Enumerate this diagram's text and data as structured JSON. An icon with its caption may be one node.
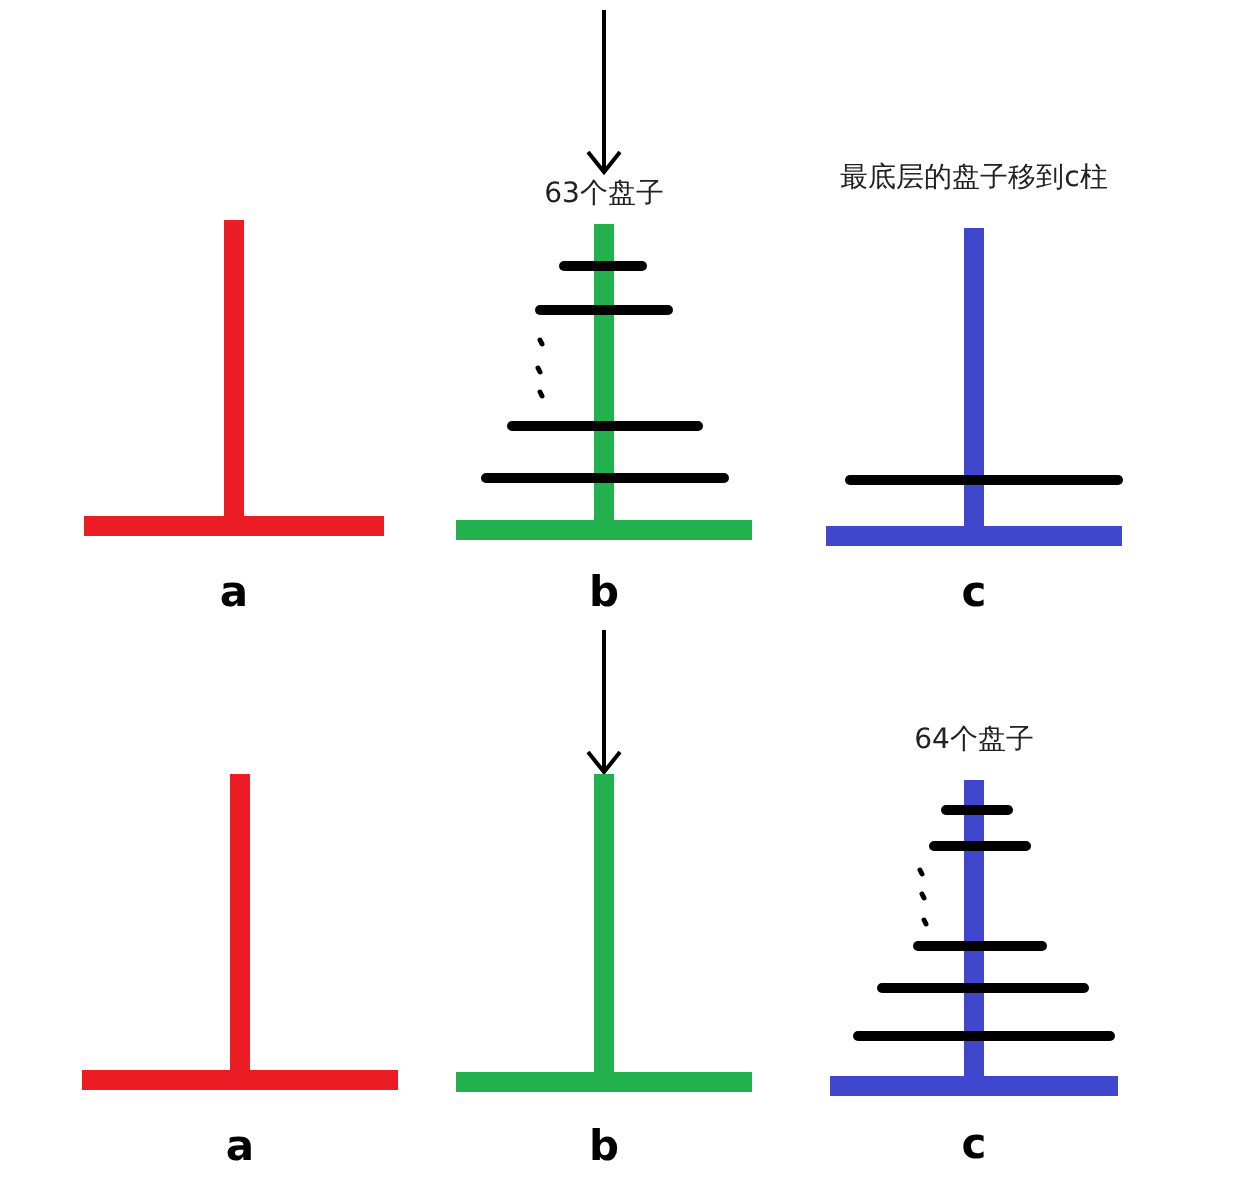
{
  "diagram": {
    "nodes": [
      {
        "text": [],
        "shape": "picture",
        "beside": [
          "a"
        ]
      },
      {
        "text": [
          "63个盘子"
        ],
        "beside": [
          "b"
        ]
      },
      {
        "text": [
          "最底层的盘子移到c柱"
        ],
        "beside": [
          "c"
        ]
      },
      {
        "text": [],
        "shape": "picture",
        "beside": [
          "a"
        ]
      },
      {
        "text": [],
        "shape": "picture",
        "beside": [
          "b"
        ]
      },
      {
        "text": [
          "64个盘子"
        ],
        "beside": [
          "c"
        ]
      }
    ],
    "edges": [
      {
        "from": null,
        "to": 1,
        "arrow": "to"
      },
      {
        "from": 1,
        "to": 4,
        "arrow": "to"
      }
    ]
  }
}
